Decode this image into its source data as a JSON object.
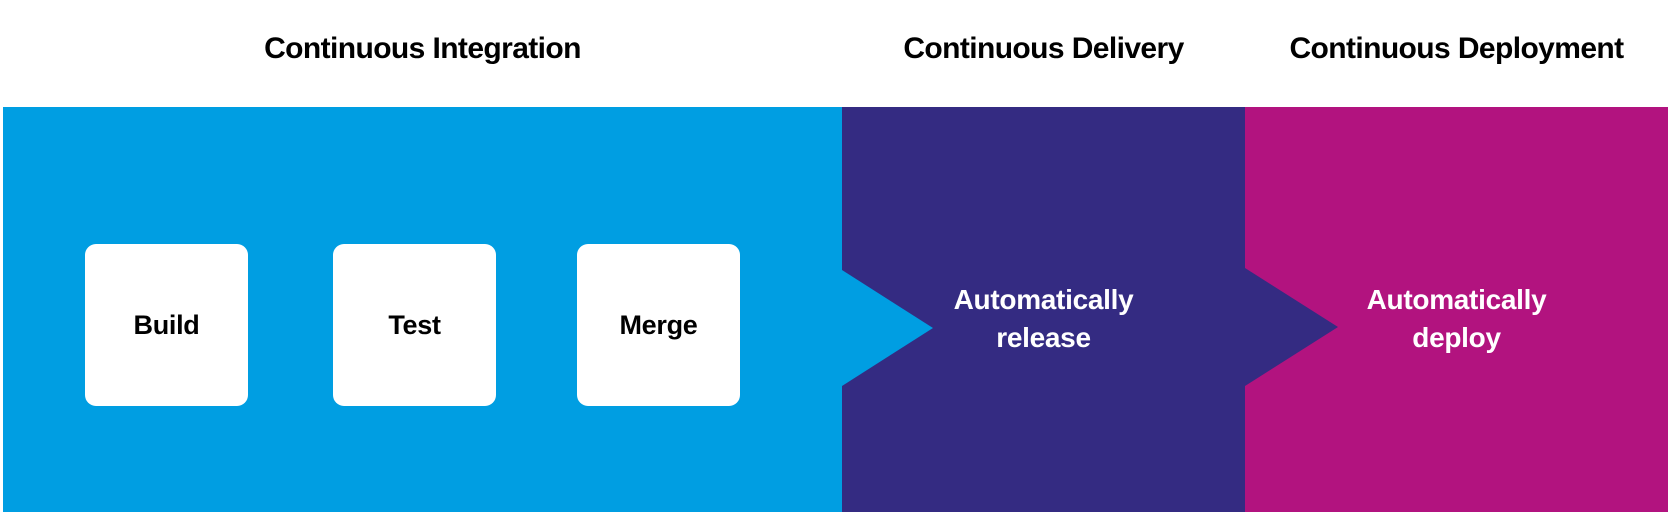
{
  "diagram": {
    "name": "CI/CD pipeline stages",
    "type": "process-flow"
  },
  "titles": {
    "ci": "Continuous Integration",
    "delivery": "Continuous Delivery",
    "deployment": "Continuous Deployment"
  },
  "ci": {
    "steps": [
      {
        "label": "Build"
      },
      {
        "label": "Test"
      },
      {
        "label": "Merge"
      }
    ]
  },
  "delivery": {
    "label": "Automatically release"
  },
  "deployment": {
    "label": "Automatically deploy"
  },
  "icons": {
    "ci_to_delivery": "arrow-right",
    "delivery_to_deployment": "arrow-right"
  },
  "colors": {
    "ci-color": "#009EE2",
    "delivery-color": "#342B82",
    "deployment-color": "#B2137F",
    "step-bg": "#FFFFFF",
    "step-text": "#000000",
    "title-text": "#000000",
    "flow-text": "#FFFFFF"
  }
}
